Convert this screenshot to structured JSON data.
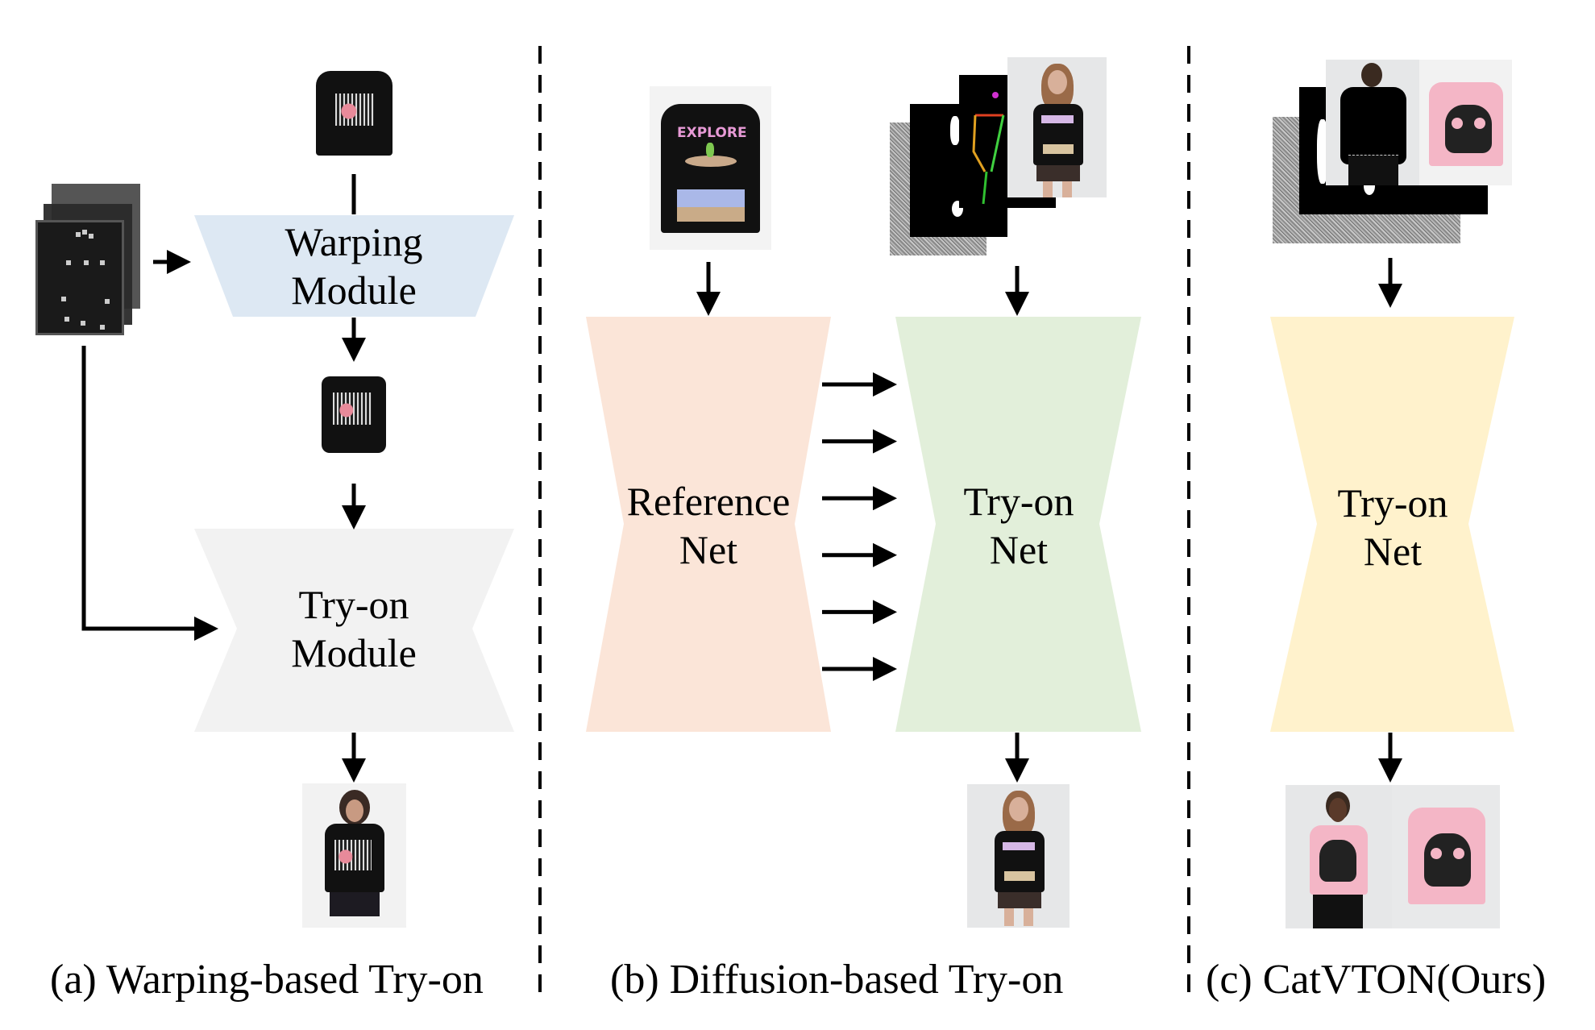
{
  "panels": {
    "a": {
      "caption": "(a) Warping-based Try-on",
      "warping_module": {
        "line1": "Warping",
        "line2": "Module",
        "color": "#dde8f3"
      },
      "tryon_module": {
        "line1": "Try-on",
        "line2": "Module",
        "color": "#f2f2f2"
      },
      "images": {
        "garment": "black graphic t-shirt",
        "person_representation": "stacked person agnostic map with pose keypoints",
        "warped_garment": "warped black graphic t-shirt",
        "result": "woman wearing black graphic t-shirt"
      }
    },
    "b": {
      "caption": "(b) Diffusion-based Try-on",
      "reference_net": {
        "line1": "Reference",
        "line2": "Net",
        "color": "#fbe5d8"
      },
      "tryon_net": {
        "line1": "Try-on",
        "line2": "Net",
        "color": "#e2efda"
      },
      "feature_arrows": 6,
      "images": {
        "garment": "black EXPLORE t-shirt",
        "inputs": [
          "noise",
          "mask",
          "pose skeleton",
          "person"
        ],
        "result": "woman wearing black EXPLORE t-shirt"
      }
    },
    "c": {
      "caption": "(c) CatVTON(Ours)",
      "tryon_net": {
        "line1": "Try-on",
        "line2": "Net",
        "color": "#fff2cc"
      },
      "images": {
        "inputs": [
          "noise",
          "mask",
          "person + pink t-shirt (concatenated)"
        ],
        "result": "person wearing pink monster t-shirt + garment"
      }
    }
  },
  "divider_style": "dashed"
}
